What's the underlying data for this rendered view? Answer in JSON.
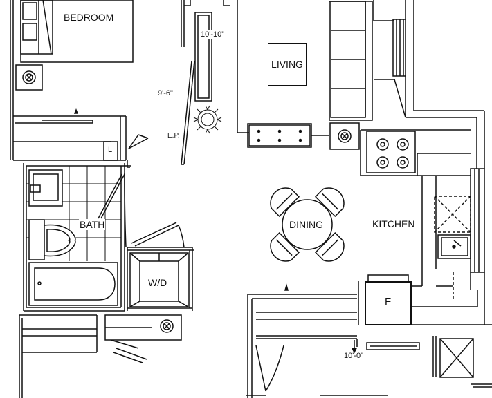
{
  "rooms": {
    "bedroom": "BEDROOM",
    "living": "LIVING",
    "dining": "DINING",
    "kitchen": "KITCHEN",
    "bath": "BATH",
    "washer_dryer": "W/D",
    "fridge": "F",
    "linen": "L"
  },
  "dimensions": {
    "corridor_upper": "10'-10\"",
    "bedroom_side": "9'-6\"",
    "bottom": "10'-0\""
  },
  "markers": {
    "electrical_panel": "E.P."
  },
  "colors": {
    "line": "#111111",
    "background": "#ffffff"
  }
}
